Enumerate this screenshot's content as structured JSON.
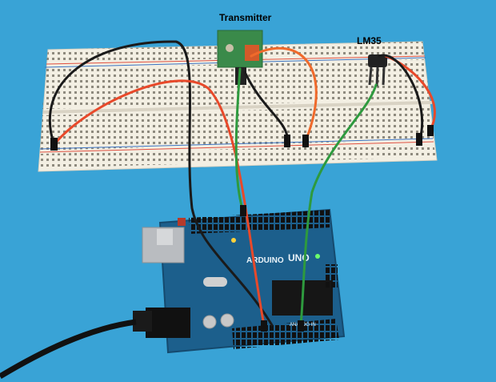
{
  "labels": {
    "transmitter": "Transmitter",
    "sensor": "LM35"
  },
  "board": {
    "logo_text": "ARDUINO",
    "model_text": "UNO",
    "analog_text": "ANALOG IN"
  },
  "colors": {
    "background": "#39a3d6",
    "breadboard": "#f3efe3",
    "arduino_board": "#1c5f8c",
    "wire_red": "#e8492a",
    "wire_orange": "#f06a2b",
    "wire_black": "#1a1a1a",
    "wire_green": "#2e9a3e",
    "transmitter_pcb": "#3a8a4a"
  }
}
